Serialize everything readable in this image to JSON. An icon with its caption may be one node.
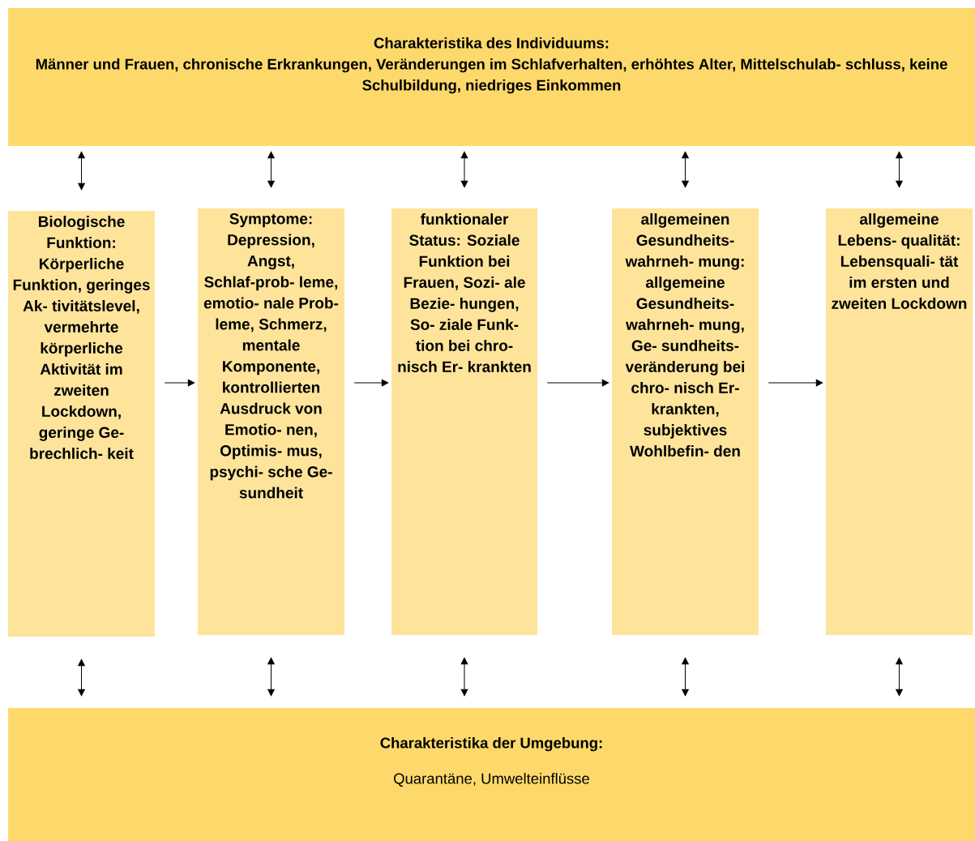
{
  "diagram": {
    "nodes": [
      {
        "text": [
          "Charakteristika des Individuums:",
          "Männer und Frauen, chronische Erkrankungen, Veränderungen im Schlafverhalten, erhöhtes Alter, Mittelschulab- schluss, keine Schulbildung, niedriges Einkommen"
        ]
      },
      {
        "text": [
          "Biologische Funktion: Körperliche Funktion, geringes Ak- tivitätslevel, vermehrte körperliche Aktivität im zweiten Lockdown, geringe Ge- brechlich- keit"
        ]
      },
      {
        "text": [
          "Symptome: Depression, Angst, Schlaf-prob- leme, emotio- nale Prob- leme, Schmerz, mentale Komponente, kontrollierten Ausdruck von Emotio- nen, Optimis- mus, psychi- sche Ge- sundheit"
        ]
      },
      {
        "text": [
          "funktionaler Status: Soziale Funktion bei Frauen, Sozi- ale Bezie- hungen, So- ziale Funk- tion bei chro- nisch Er- krankten"
        ]
      },
      {
        "text": [
          "allgemeinen Gesundheits- wahrneh- mung: allgemeine Gesundheits- wahrneh- mung, Ge- sundheits- veränderung bei chro- nisch Er- krankten, subjektives Wohlbefin- den"
        ]
      },
      {
        "text": [
          "allgemeine Lebens- qualität: Lebensquali- tät im ersten und zweiten Lockdown"
        ]
      },
      {
        "text": [
          "Charakteristika der Umgebung:",
          "Quarantäne, Umwelteinflüsse"
        ]
      }
    ],
    "edges": [
      {
        "from": 0,
        "to": 1,
        "arrow": "both"
      },
      {
        "from": 0,
        "to": 2,
        "arrow": "both"
      },
      {
        "from": 0,
        "to": 3,
        "arrow": "both"
      },
      {
        "from": 0,
        "to": 4,
        "arrow": "both"
      },
      {
        "from": 0,
        "to": 5,
        "arrow": "both"
      },
      {
        "from": 1,
        "to": 2,
        "arrow": "to"
      },
      {
        "from": 2,
        "to": 3,
        "arrow": "to"
      },
      {
        "from": 3,
        "to": 4,
        "arrow": "to"
      },
      {
        "from": 4,
        "to": 5,
        "arrow": "to"
      },
      {
        "from": 1,
        "to": 6,
        "arrow": "both"
      },
      {
        "from": 2,
        "to": 6,
        "arrow": "both"
      },
      {
        "from": 3,
        "to": 6,
        "arrow": "both"
      },
      {
        "from": 4,
        "to": 6,
        "arrow": "both"
      },
      {
        "from": 5,
        "to": 6,
        "arrow": "both"
      }
    ]
  }
}
